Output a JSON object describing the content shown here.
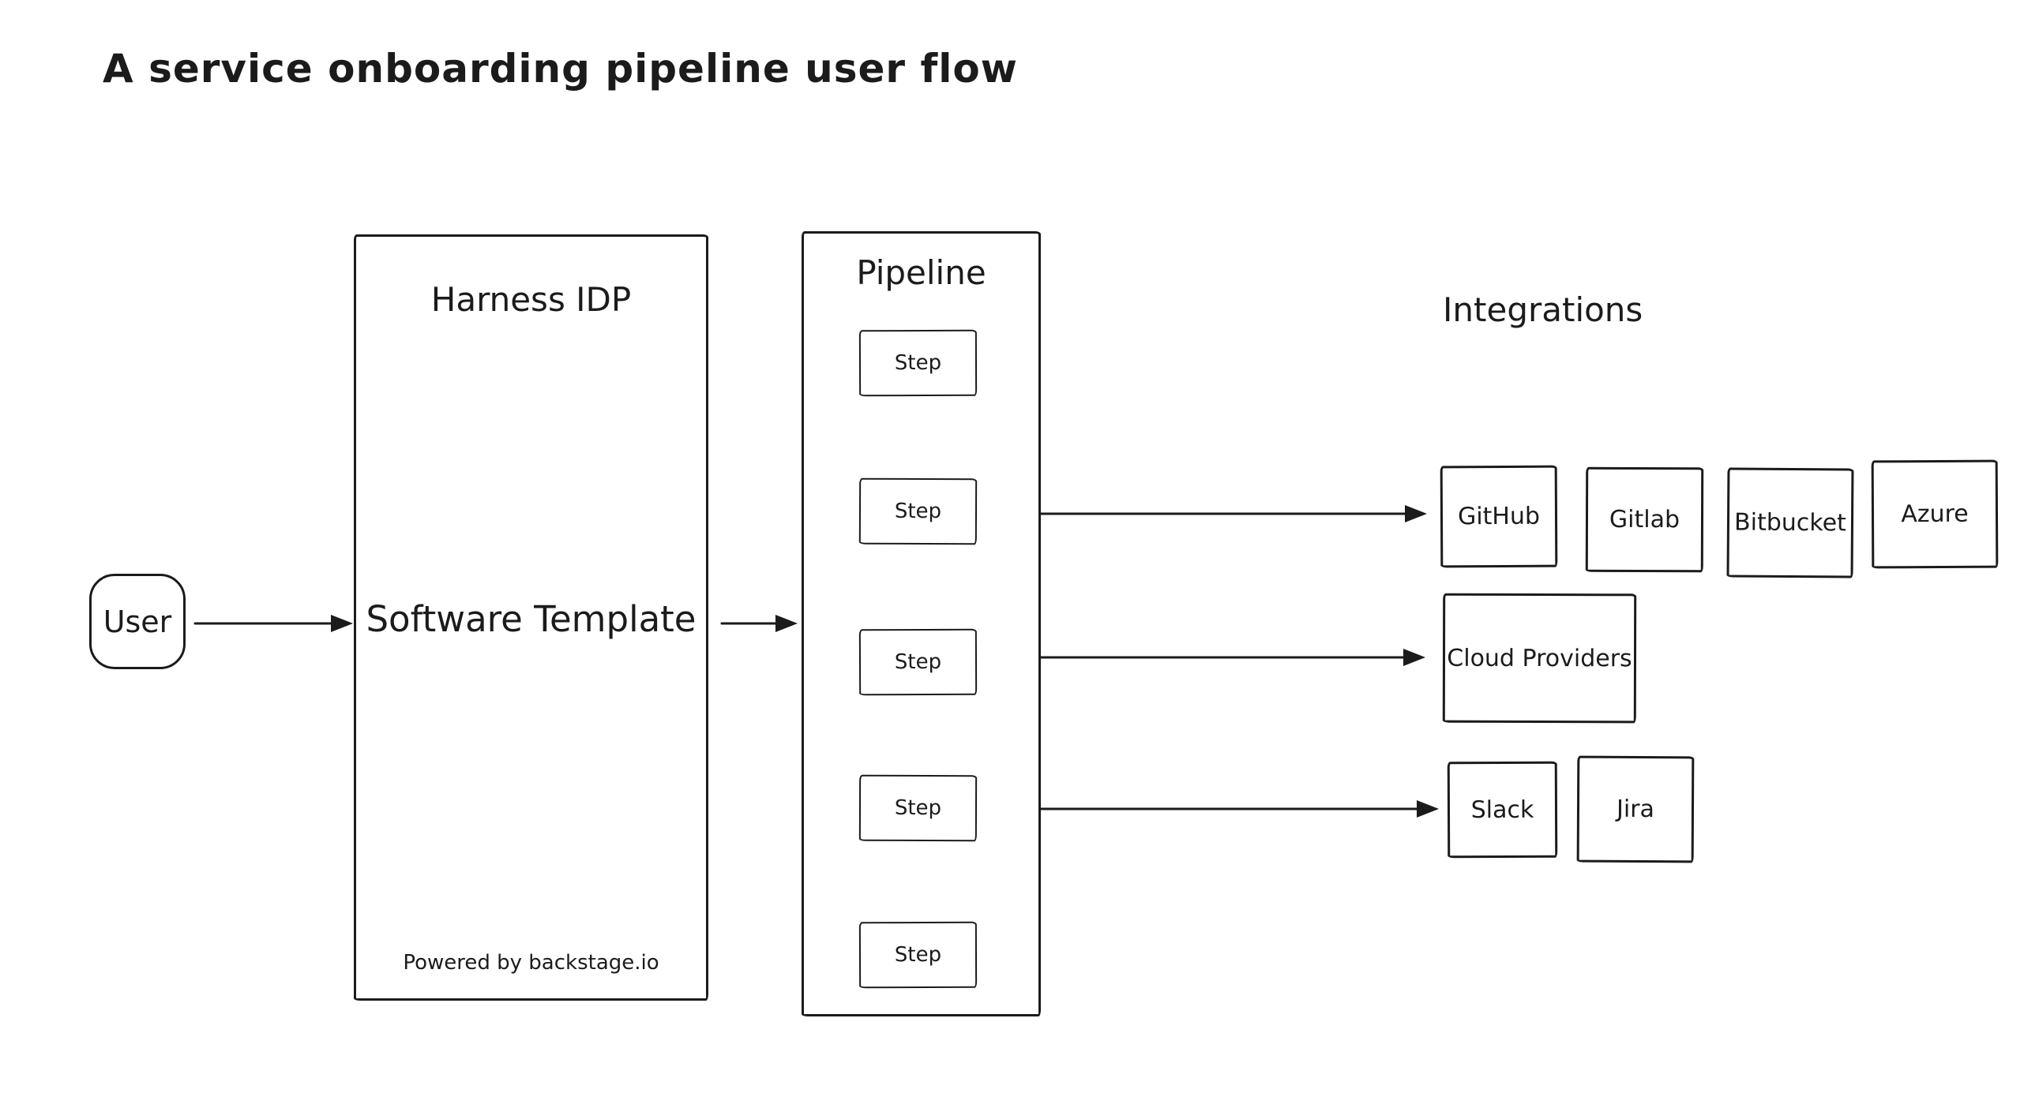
{
  "title": "A service onboarding pipeline user flow",
  "user": {
    "label": "User"
  },
  "harness": {
    "heading": "Harness IDP",
    "body": "Software Template",
    "footer": "Powered by backstage.io"
  },
  "pipeline": {
    "heading": "Pipeline",
    "steps": [
      "Step",
      "Step",
      "Step",
      "Step",
      "Step"
    ]
  },
  "integrations": {
    "heading": "Integrations",
    "github": "GitHub",
    "gitlab": "Gitlab",
    "bitbucket": "Bitbucket",
    "azure": "Azure",
    "cloud_providers": "Cloud Providers",
    "slack": "Slack",
    "jira": "Jira"
  },
  "colors": {
    "ink": "#1b1b1b",
    "background": "#ffffff"
  }
}
